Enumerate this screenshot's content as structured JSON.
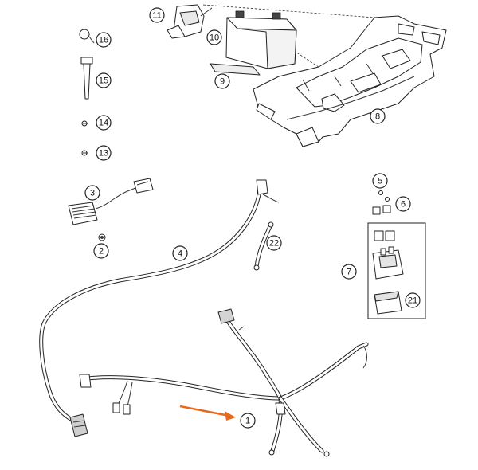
{
  "callouts": [
    {
      "id": "callout-1",
      "label": "1"
    },
    {
      "id": "callout-2",
      "label": "2"
    },
    {
      "id": "callout-3",
      "label": "3"
    },
    {
      "id": "callout-4",
      "label": "4"
    },
    {
      "id": "callout-5",
      "label": "5"
    },
    {
      "id": "callout-6",
      "label": "6"
    },
    {
      "id": "callout-7",
      "label": "7"
    },
    {
      "id": "callout-8",
      "label": "8"
    },
    {
      "id": "callout-9",
      "label": "9"
    },
    {
      "id": "callout-10",
      "label": "10"
    },
    {
      "id": "callout-11",
      "label": "11"
    },
    {
      "id": "callout-13",
      "label": "13"
    },
    {
      "id": "callout-14",
      "label": "14"
    },
    {
      "id": "callout-15",
      "label": "15"
    },
    {
      "id": "callout-16",
      "label": "16"
    },
    {
      "id": "callout-21",
      "label": "21"
    },
    {
      "id": "callout-22",
      "label": "22"
    }
  ],
  "highlight": {
    "callout": "1",
    "color": "#e8691e"
  }
}
